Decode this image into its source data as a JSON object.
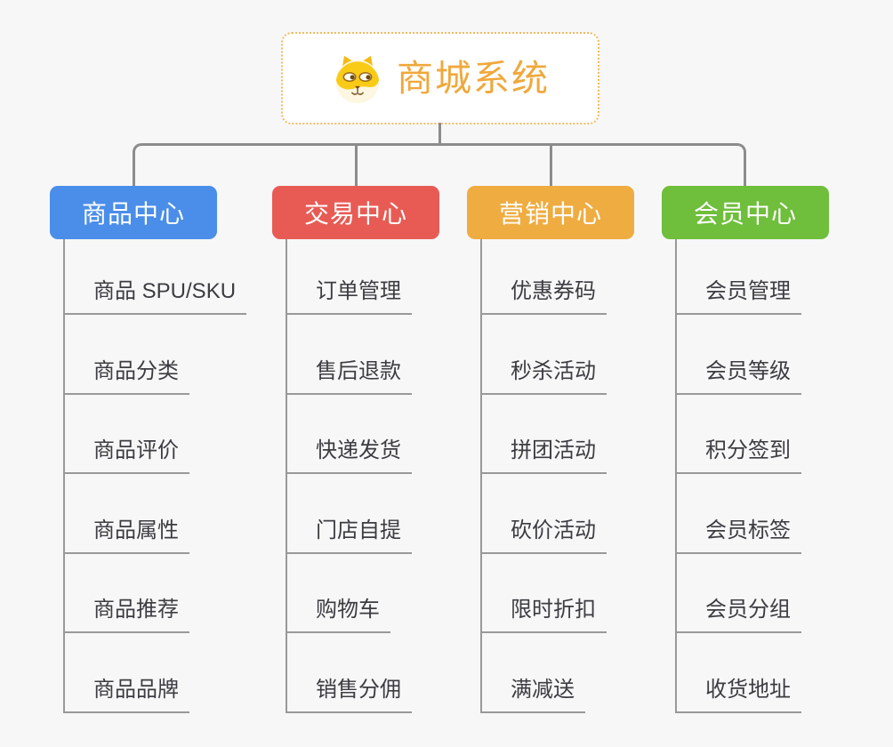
{
  "app": {
    "background_color": "#f7f7f7",
    "connector_color": "#8c8c8c",
    "child_line_color": "#999999",
    "child_text_color": "#3c3c42"
  },
  "root": {
    "label": "商城系统",
    "icon": "dog-face-icon",
    "text_color": "#f0a83c",
    "border_color": "#f2b95e"
  },
  "branches": [
    {
      "label": "商品中心",
      "color": "#4a8ee9",
      "children": [
        "商品 SPU/SKU",
        "商品分类",
        "商品评价",
        "商品属性",
        "商品推荐",
        "商品品牌"
      ]
    },
    {
      "label": "交易中心",
      "color": "#e85b55",
      "children": [
        "订单管理",
        "售后退款",
        "快递发货",
        "门店自提",
        "购物车",
        "销售分佣"
      ]
    },
    {
      "label": "营销中心",
      "color": "#efac41",
      "children": [
        "优惠券码",
        "秒杀活动",
        "拼团活动",
        "砍价活动",
        "限时折扣",
        "满减送"
      ]
    },
    {
      "label": "会员中心",
      "color": "#6fbe3c",
      "children": [
        "会员管理",
        "会员等级",
        "积分签到",
        "会员标签",
        "会员分组",
        "收货地址"
      ]
    }
  ]
}
